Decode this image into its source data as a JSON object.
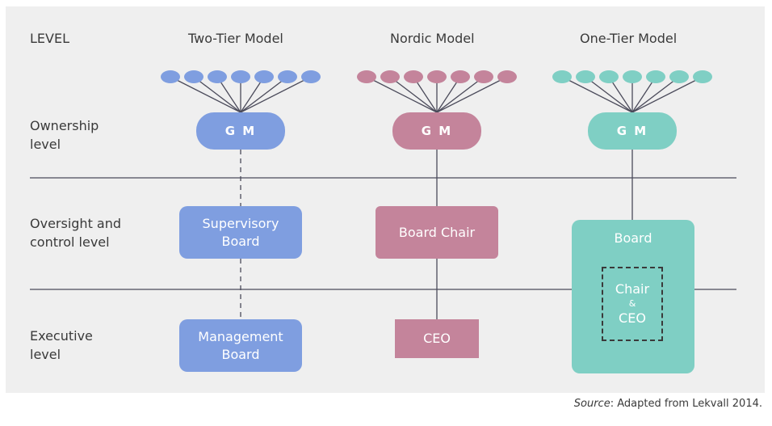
{
  "headers": {
    "level": "LEVEL",
    "two_tier": "Two-Tier Model",
    "nordic": "Nordic Model",
    "one_tier": "One-Tier Model"
  },
  "levels": {
    "ownership": [
      "Ownership",
      "level"
    ],
    "oversight": [
      "Oversight and",
      "control level"
    ],
    "executive": [
      "Executive",
      "level"
    ]
  },
  "two_tier": {
    "gm": "G M",
    "supervisory": [
      "Supervisory",
      "Board"
    ],
    "management": [
      "Management",
      "Board"
    ]
  },
  "nordic": {
    "gm": "G M",
    "board_chair": "Board Chair",
    "ceo": "CEO"
  },
  "one_tier": {
    "gm": "G M",
    "board": "Board",
    "chair_ceo": [
      "Chair",
      "&",
      "CEO"
    ]
  },
  "source": {
    "label": "Source",
    "text": ": Adapted from Lekvall 2014."
  },
  "colors": {
    "two_tier": "#7f9ee0",
    "nordic": "#c4849b",
    "one_tier": "#7fcfc4",
    "lines": "#4a4a5a"
  }
}
